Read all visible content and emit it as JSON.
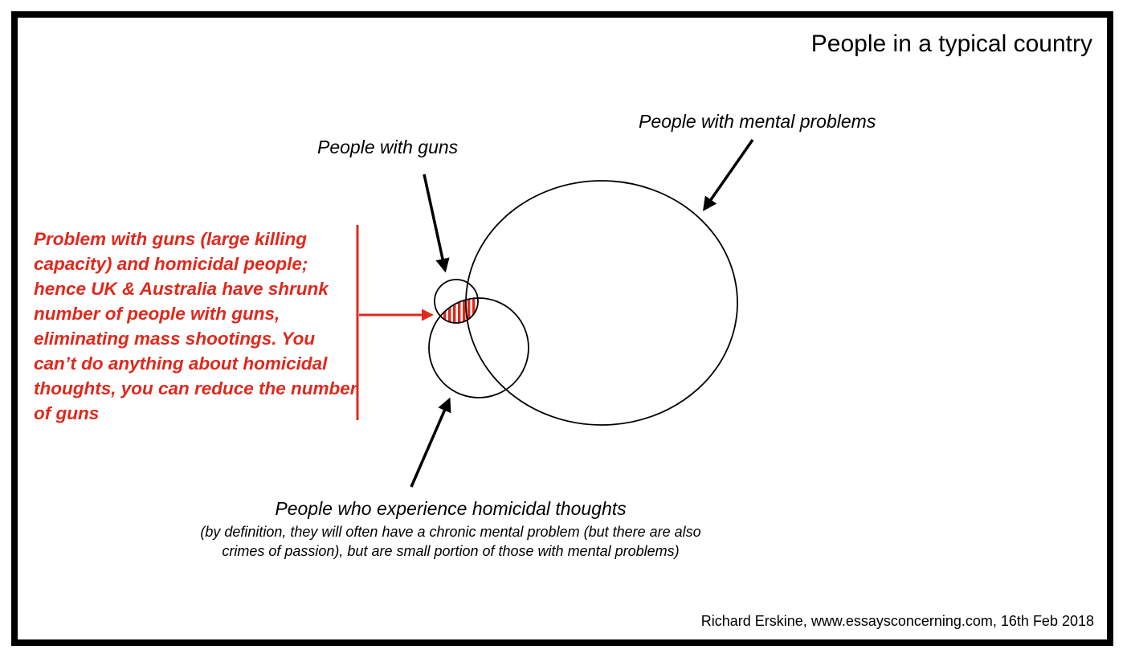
{
  "title": "People in a typical country",
  "labels": {
    "mental_problems": "People with mental problems",
    "guns": "People with guns",
    "homicidal_title": "People who experience homicidal thoughts",
    "homicidal_note": "(by definition, they will often have a chronic mental problem (but there are also crimes of passion), but are small portion of those with mental problems)"
  },
  "red_annotation": "Problem with guns (large killing capacity) and homicidal people; hence UK & Australia have shrunk number of people with guns, eliminating mass shootings. You can’t do anything about homicidal thoughts, you can reduce the number of guns",
  "credit": "Richard Erskine, www.essaysconcerning.com, 16th Feb 2018",
  "colors": {
    "annotation": "#e0281c",
    "ink": "#000000",
    "background": "#ffffff"
  }
}
